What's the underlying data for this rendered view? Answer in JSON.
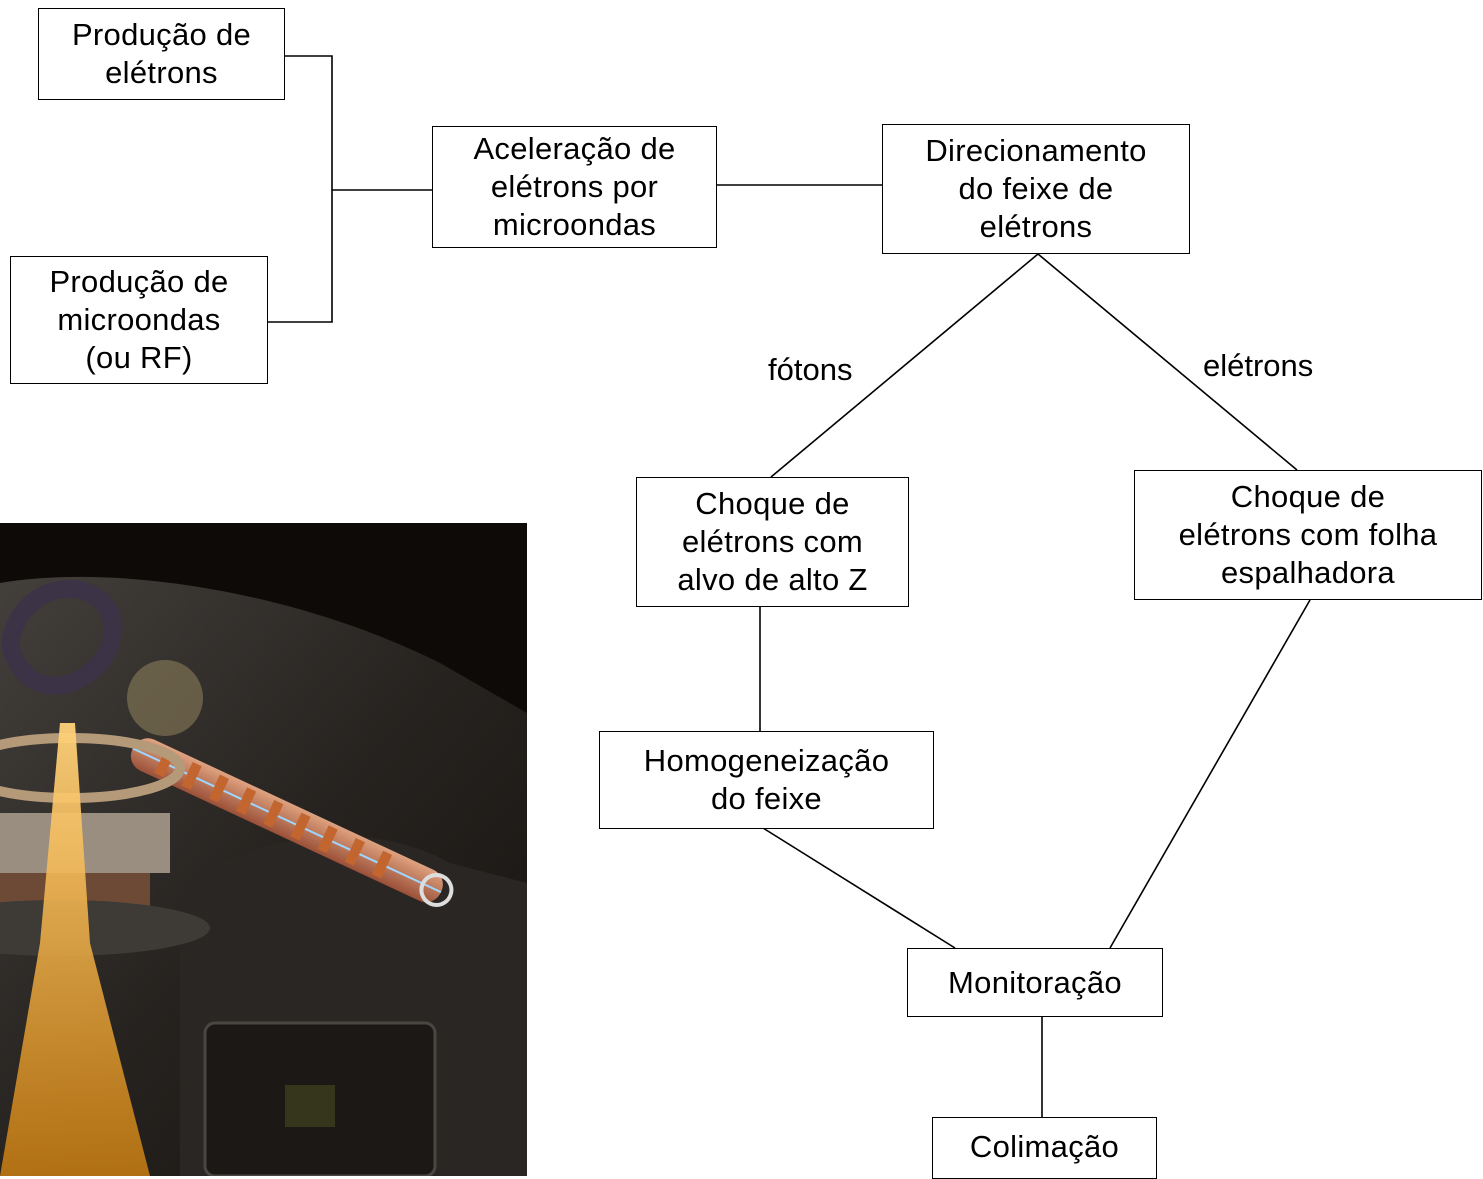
{
  "nodes": {
    "prod_eletrons": "Produção de\nelétrons",
    "prod_micro": "Produção de\nmicroondas\n(ou RF)",
    "aceleracao": "Aceleração de\nelétrons por\nmicroondas",
    "direcionamento": "Direcionamento\ndo feixe de\nelétrons",
    "choque_alvo": "Choque de\nelétrons com\nalvo de alto Z",
    "choque_folha": "Choque de\nelétrons com folha\nespalhadora",
    "homogeneizacao": "Homogeneização\ndo feixe",
    "monitoracao": "Monitoração",
    "colimacao": "Colimação"
  },
  "edge_labels": {
    "fotons": "fótons",
    "eletrons": "elétrons"
  },
  "photo": {
    "subject": "linear accelerator cutaway illustration"
  },
  "colors": {
    "line": "#000000",
    "box_border": "#000000",
    "background": "#ffffff",
    "photo_bg": "#0d0a08",
    "beam": "#f5a623"
  }
}
